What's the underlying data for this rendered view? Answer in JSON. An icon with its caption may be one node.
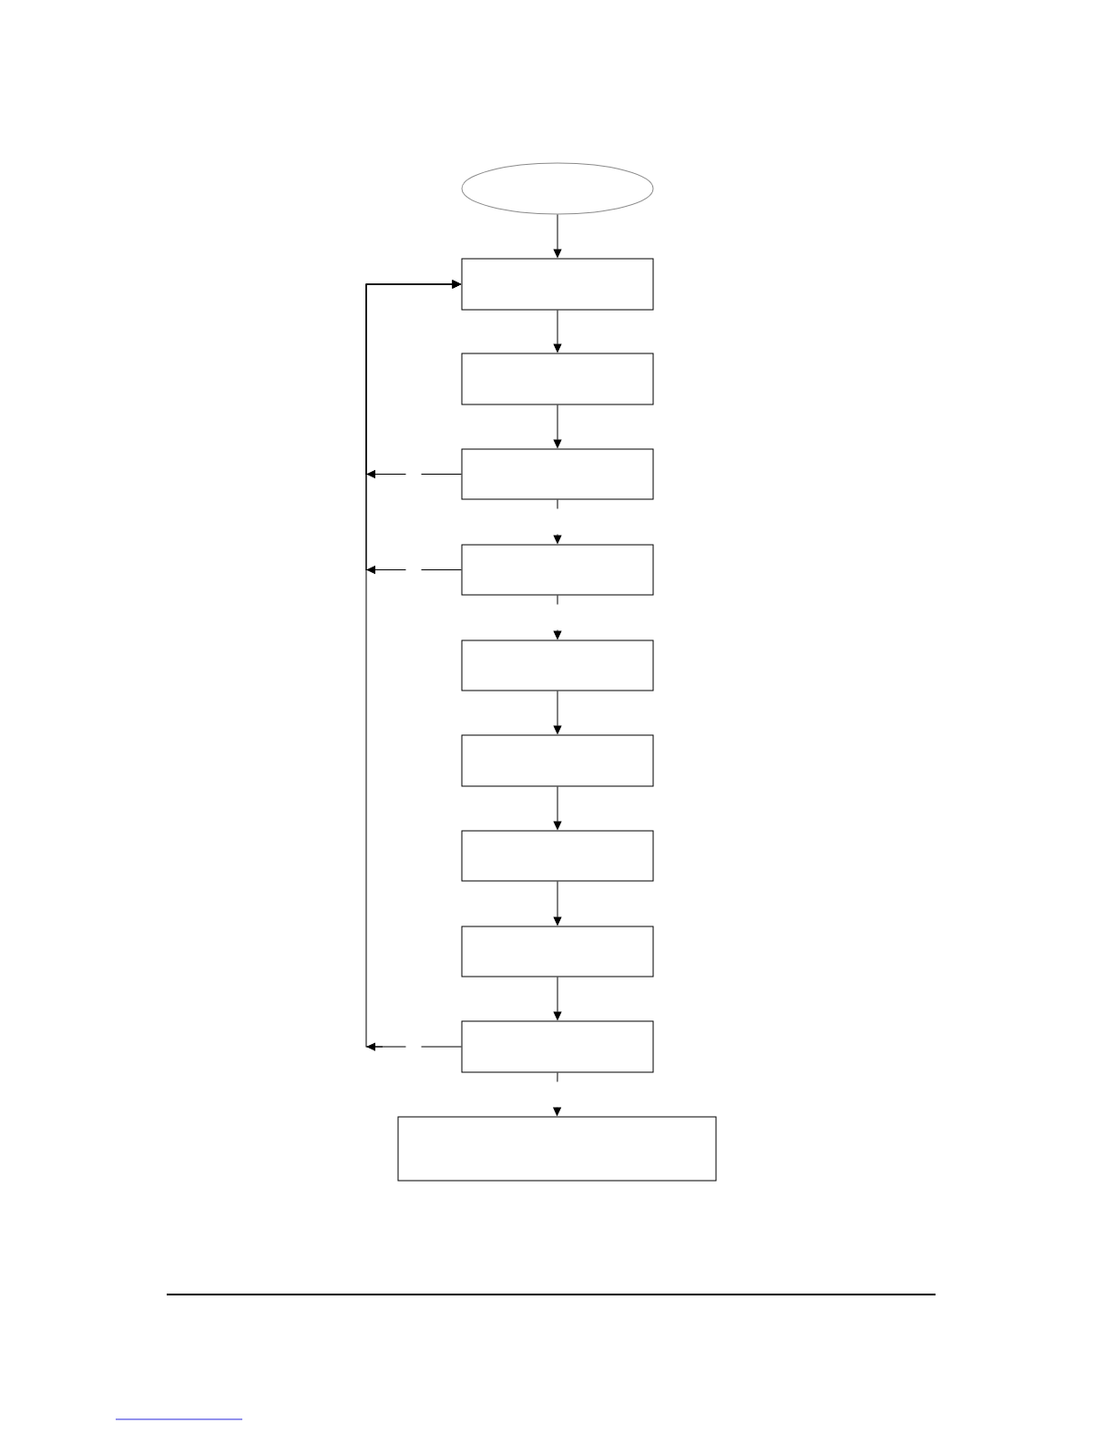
{
  "diagram": {
    "nodes": [
      {
        "text": [],
        "shape": "ellipse"
      },
      {
        "text": [],
        "shape": "box"
      },
      {
        "text": [],
        "shape": "box"
      },
      {
        "text": [],
        "shape": "box"
      },
      {
        "text": [],
        "shape": "box"
      },
      {
        "text": [],
        "shape": "box"
      },
      {
        "text": [],
        "shape": "box"
      },
      {
        "text": [],
        "shape": "box"
      },
      {
        "text": [],
        "shape": "box"
      },
      {
        "text": [],
        "shape": "box"
      },
      {
        "text": [],
        "shape": "box"
      }
    ],
    "edges": [
      {
        "from": 0,
        "to": 1,
        "arrow": "to"
      },
      {
        "from": 1,
        "to": 2,
        "arrow": "to"
      },
      {
        "from": 2,
        "to": 3,
        "arrow": "to"
      },
      {
        "from": 3,
        "to": 4,
        "arrow": "to",
        "style": "dashed"
      },
      {
        "from": 4,
        "to": 5,
        "arrow": "to",
        "style": "dashed"
      },
      {
        "from": 5,
        "to": 6,
        "arrow": "to"
      },
      {
        "from": 6,
        "to": 7,
        "arrow": "to"
      },
      {
        "from": 7,
        "to": 8,
        "arrow": "to"
      },
      {
        "from": 8,
        "to": 9,
        "arrow": "to"
      },
      {
        "from": 9,
        "to": 10,
        "arrow": "to",
        "style": "dashed"
      },
      {
        "from": 3,
        "to": 1,
        "arrow": "to",
        "style": "dashed"
      },
      {
        "from": 4,
        "to": 1,
        "arrow": "to",
        "style": "dashed"
      },
      {
        "from": 9,
        "to": 1,
        "arrow": "to",
        "style": "dashed"
      }
    ]
  }
}
